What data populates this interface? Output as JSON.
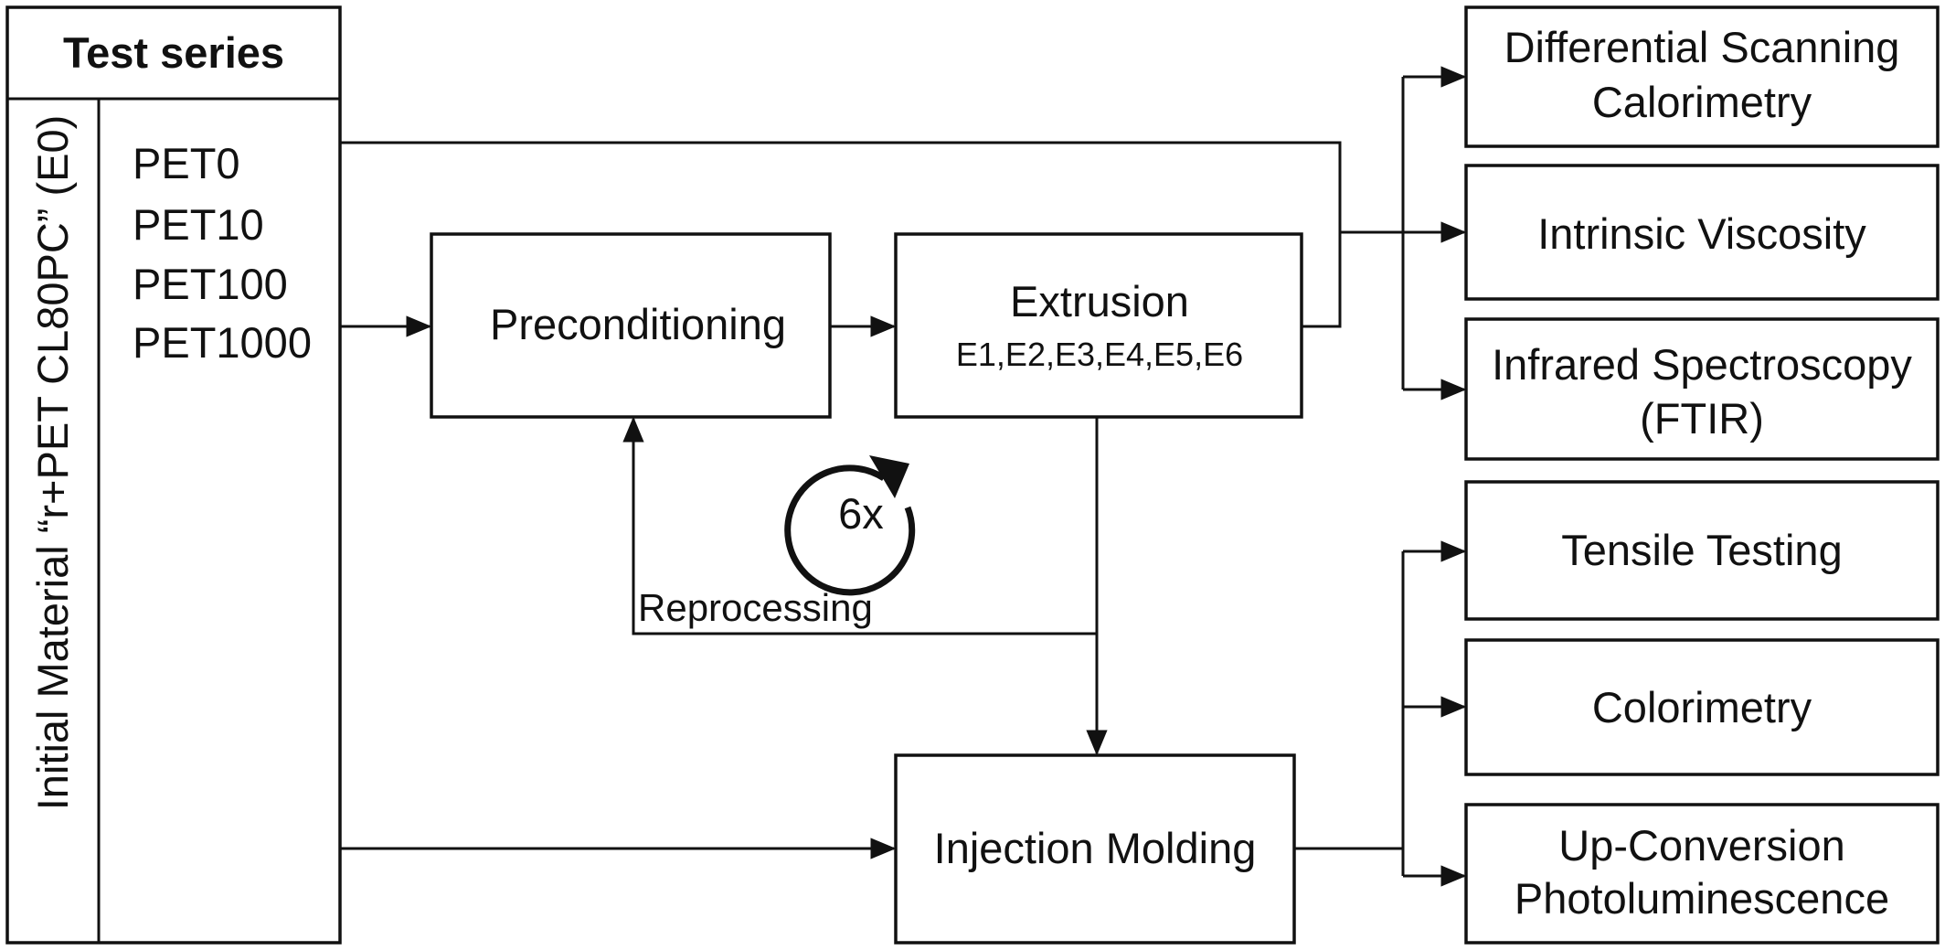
{
  "left_panel": {
    "header": "Test series",
    "vertical_label": "Initial Material “r+PET CL80PC” (E0)",
    "series": [
      "PET0",
      "PET10",
      "PET100",
      "PET1000"
    ]
  },
  "process": {
    "preconditioning": "Preconditioning",
    "extrusion_title": "Extrusion",
    "extrusion_steps": "E1,E2,E3,E4,E5,E6",
    "injection_molding": "Injection Molding",
    "reprocessing": "Reprocessing",
    "cycle_count": "6x"
  },
  "analyses": {
    "dsc_line1": "Differential Scanning",
    "dsc_line2": "Calorimetry",
    "viscosity": "Intrinsic Viscosity",
    "ftir_line1": "Infrared Spectroscopy",
    "ftir_line2": "(FTIR)",
    "tensile": "Tensile Testing",
    "colorimetry": "Colorimetry",
    "upconv_line1": "Up-Conversion",
    "upconv_line2": "Photoluminescence"
  }
}
